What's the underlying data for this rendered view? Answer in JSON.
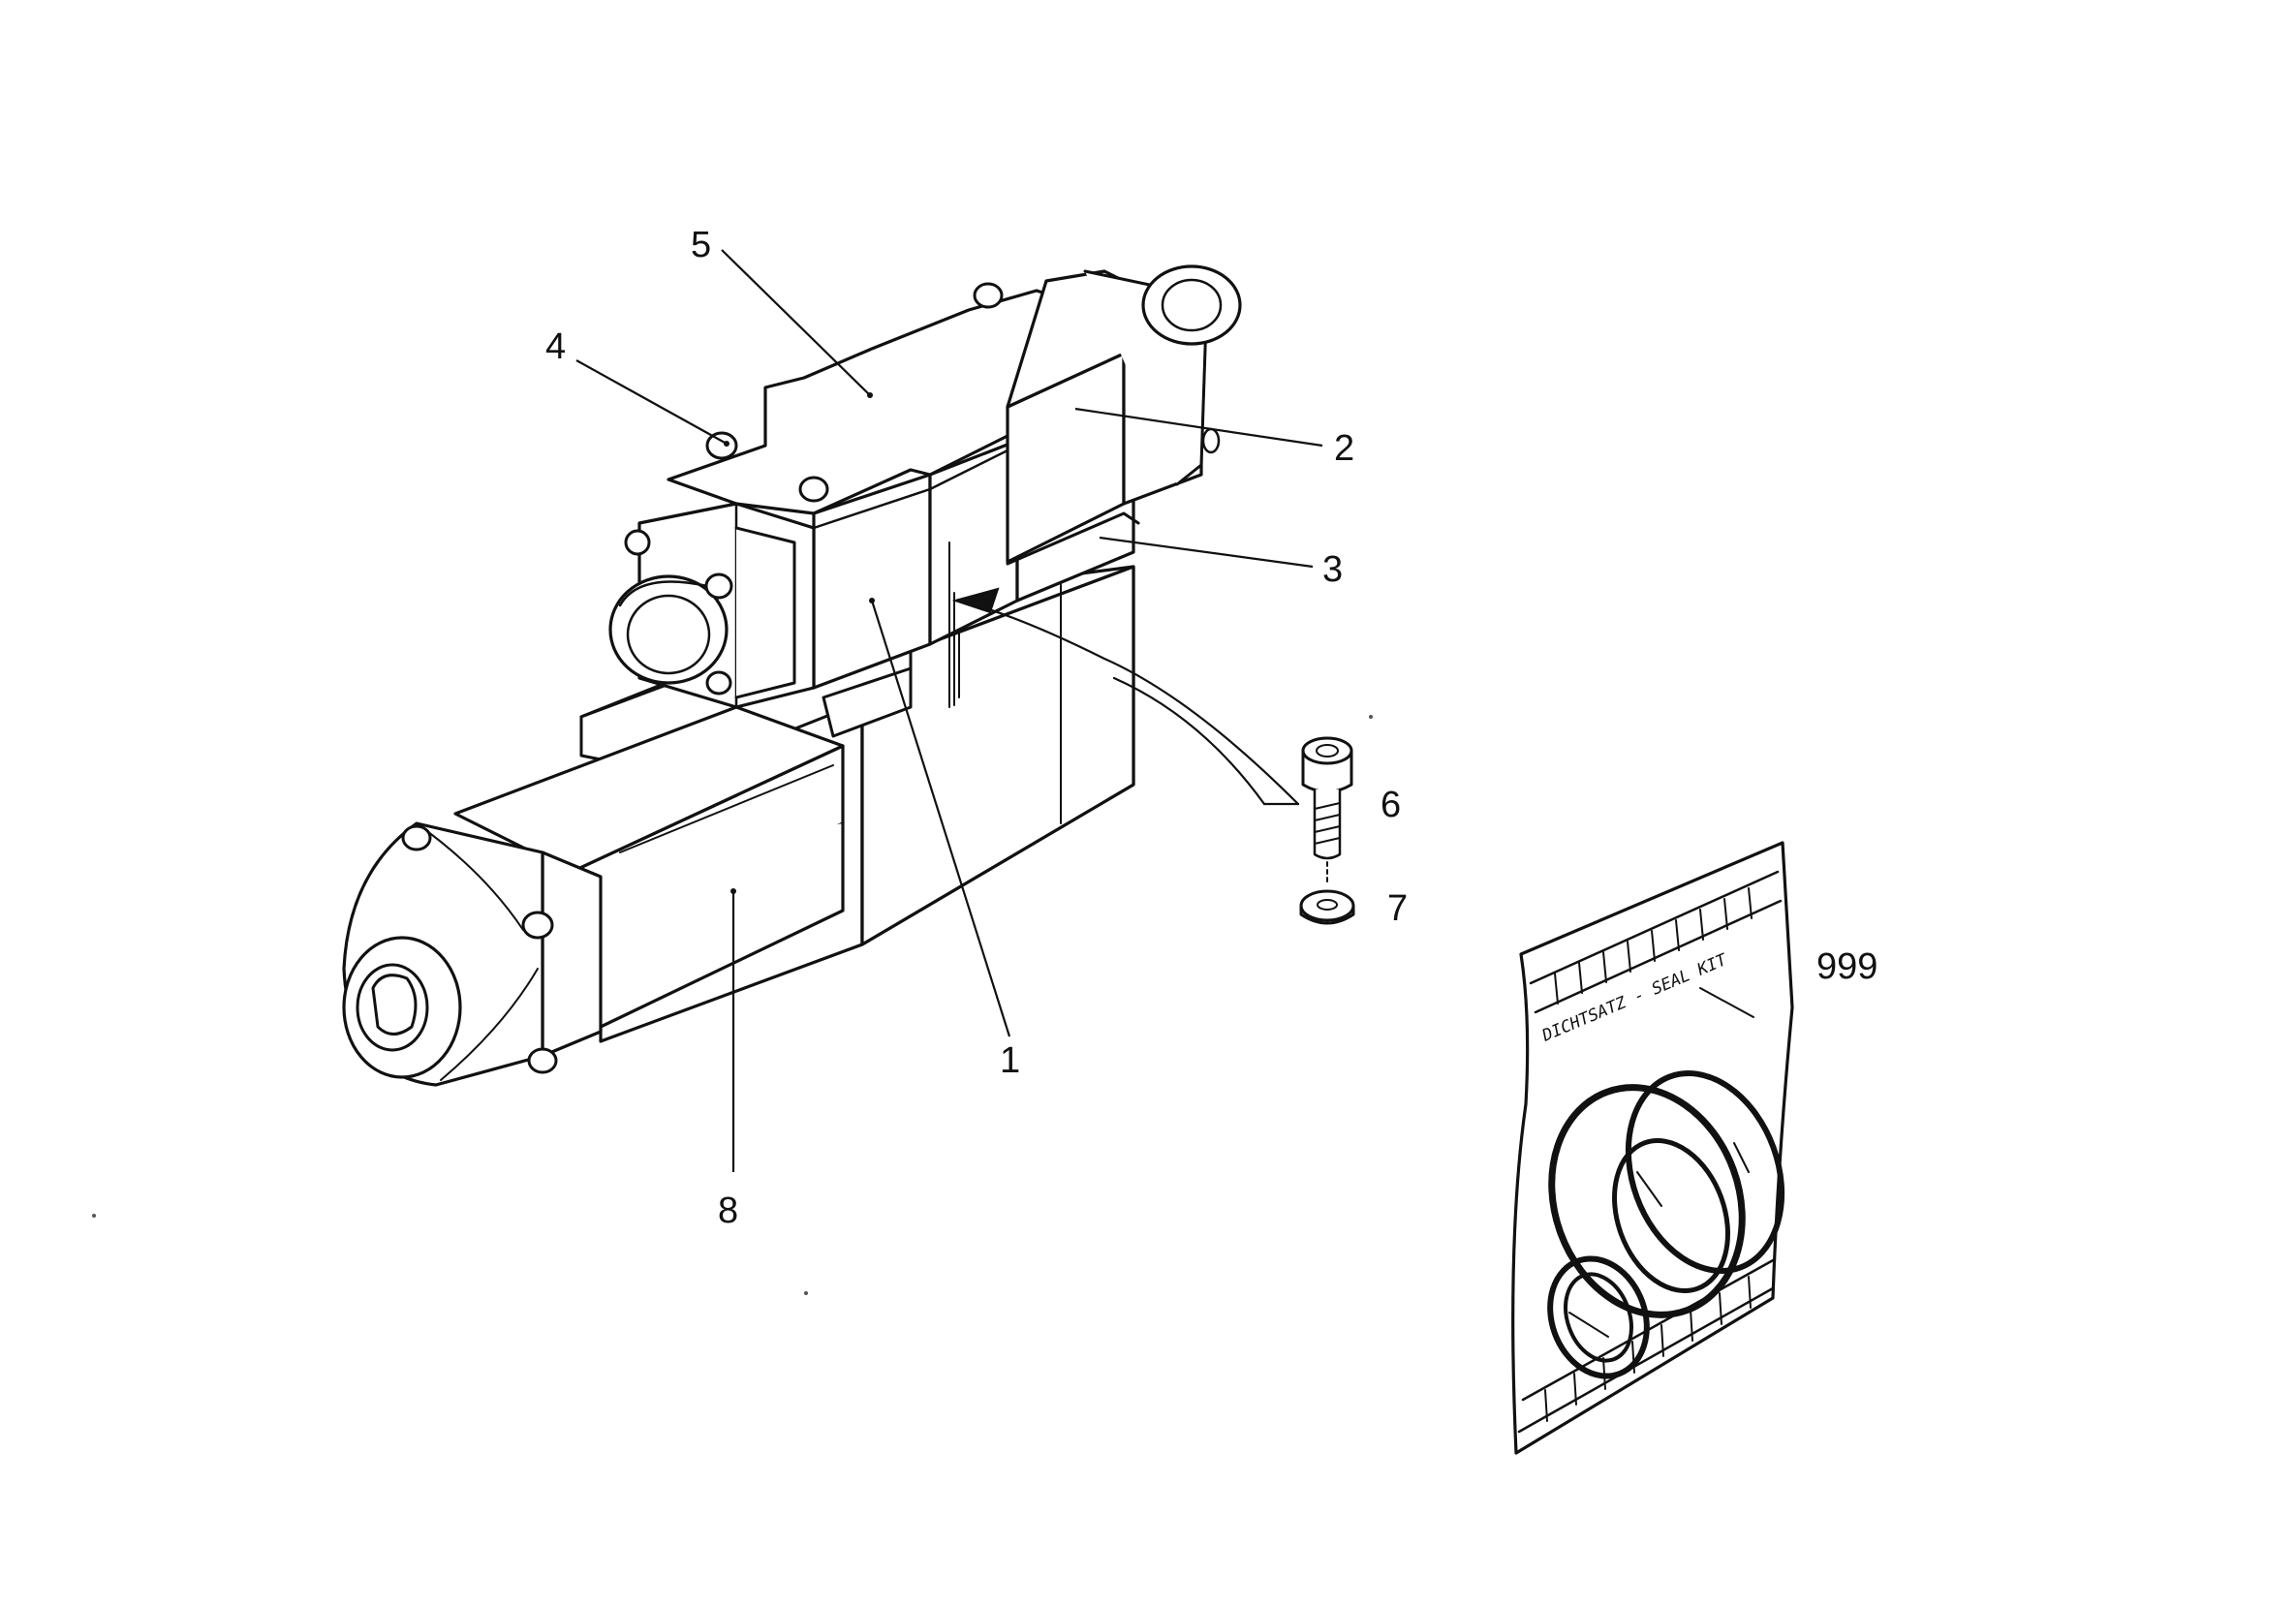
{
  "diagram": {
    "callouts": [
      {
        "id": "5",
        "label": "5"
      },
      {
        "id": "4",
        "label": "4"
      },
      {
        "id": "2",
        "label": "2"
      },
      {
        "id": "3",
        "label": "3"
      },
      {
        "id": "6",
        "label": "6"
      },
      {
        "id": "7",
        "label": "7"
      },
      {
        "id": "1",
        "label": "1"
      },
      {
        "id": "8",
        "label": "8"
      },
      {
        "id": "999",
        "label": "999"
      }
    ],
    "seal_kit_bag_text": "DICHTSATZ - SEAL KIT",
    "colors": {
      "ink": "#111111",
      "paper": "#ffffff"
    }
  }
}
